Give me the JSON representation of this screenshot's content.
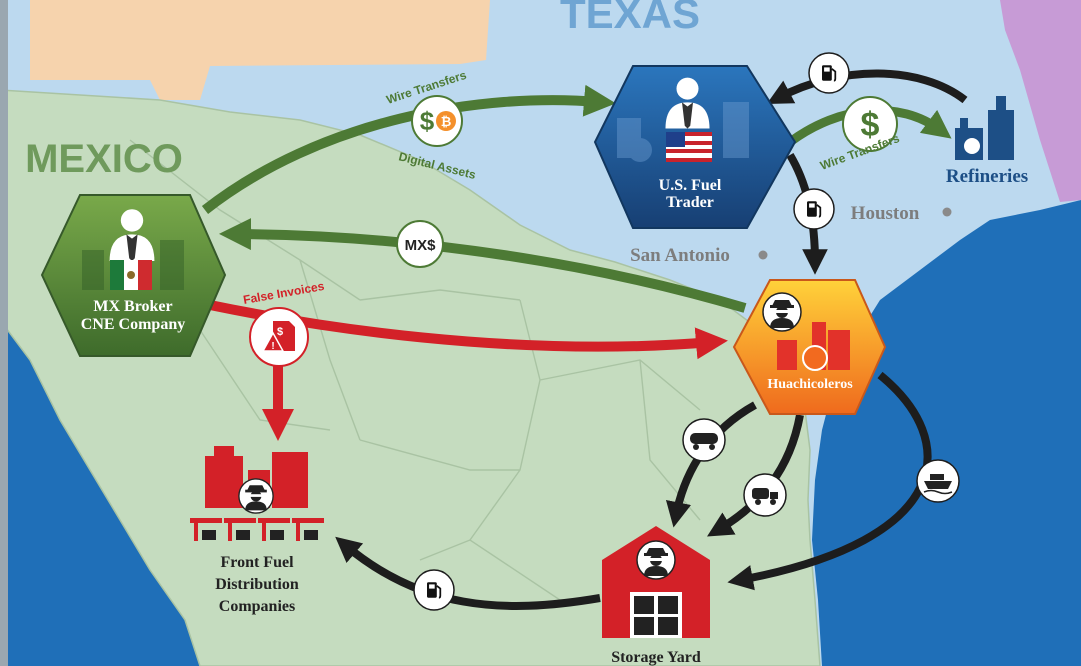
{
  "regions": {
    "texas": "TEXAS",
    "mexico": "MEXICO"
  },
  "cities": {
    "houston": "Houston",
    "san_antonio": "San Antonio"
  },
  "nodes": {
    "us_trader": [
      "U.S. Fuel",
      "Trader"
    ],
    "refineries": "Refineries",
    "mx_broker": [
      "MX Broker",
      "CNE Company"
    ],
    "huachicoleros": "Huachicoleros",
    "front_fuel": [
      "Front Fuel",
      "Distribution",
      "Companies"
    ],
    "storage_yard": "Storage Yard"
  },
  "flow_labels": {
    "wire_transfers_top": "Wire Transfers",
    "digital_assets": "Digital Assets",
    "wire_transfers_right": "Wire Transfers",
    "currency": "MX$",
    "false_invoices": "False Invoices"
  },
  "colors": {
    "water": "#bcd9ef",
    "gulf": "#1f6fb8",
    "mexico_land": "#c5dcbf",
    "texas_land": "#f6d3ad",
    "us_trader_fill": "#1e5c9c",
    "mx_broker_fill": "#5f8f3d",
    "huachicoleros_fill": "#f3a51e",
    "green_arrow": "#4d7a35",
    "red_arrow": "#d32128",
    "black_arrow": "#1d1d1d",
    "facility_red": "#d32128"
  },
  "icons": {
    "people": [
      "person-icon",
      "masked-person-icon"
    ],
    "flow_badges": [
      "money-crypto-icon",
      "dollar-icon",
      "fuel-pump-icon",
      "invoice-warning-icon",
      "tanker-truck-icon",
      "rail-tanker-icon",
      "ship-icon"
    ],
    "facilities": [
      "refinery-icon",
      "warehouse-icon",
      "buildings-icon",
      "gas-station-icon"
    ],
    "flags": [
      "us-flag-icon",
      "mexico-flag-icon"
    ]
  }
}
